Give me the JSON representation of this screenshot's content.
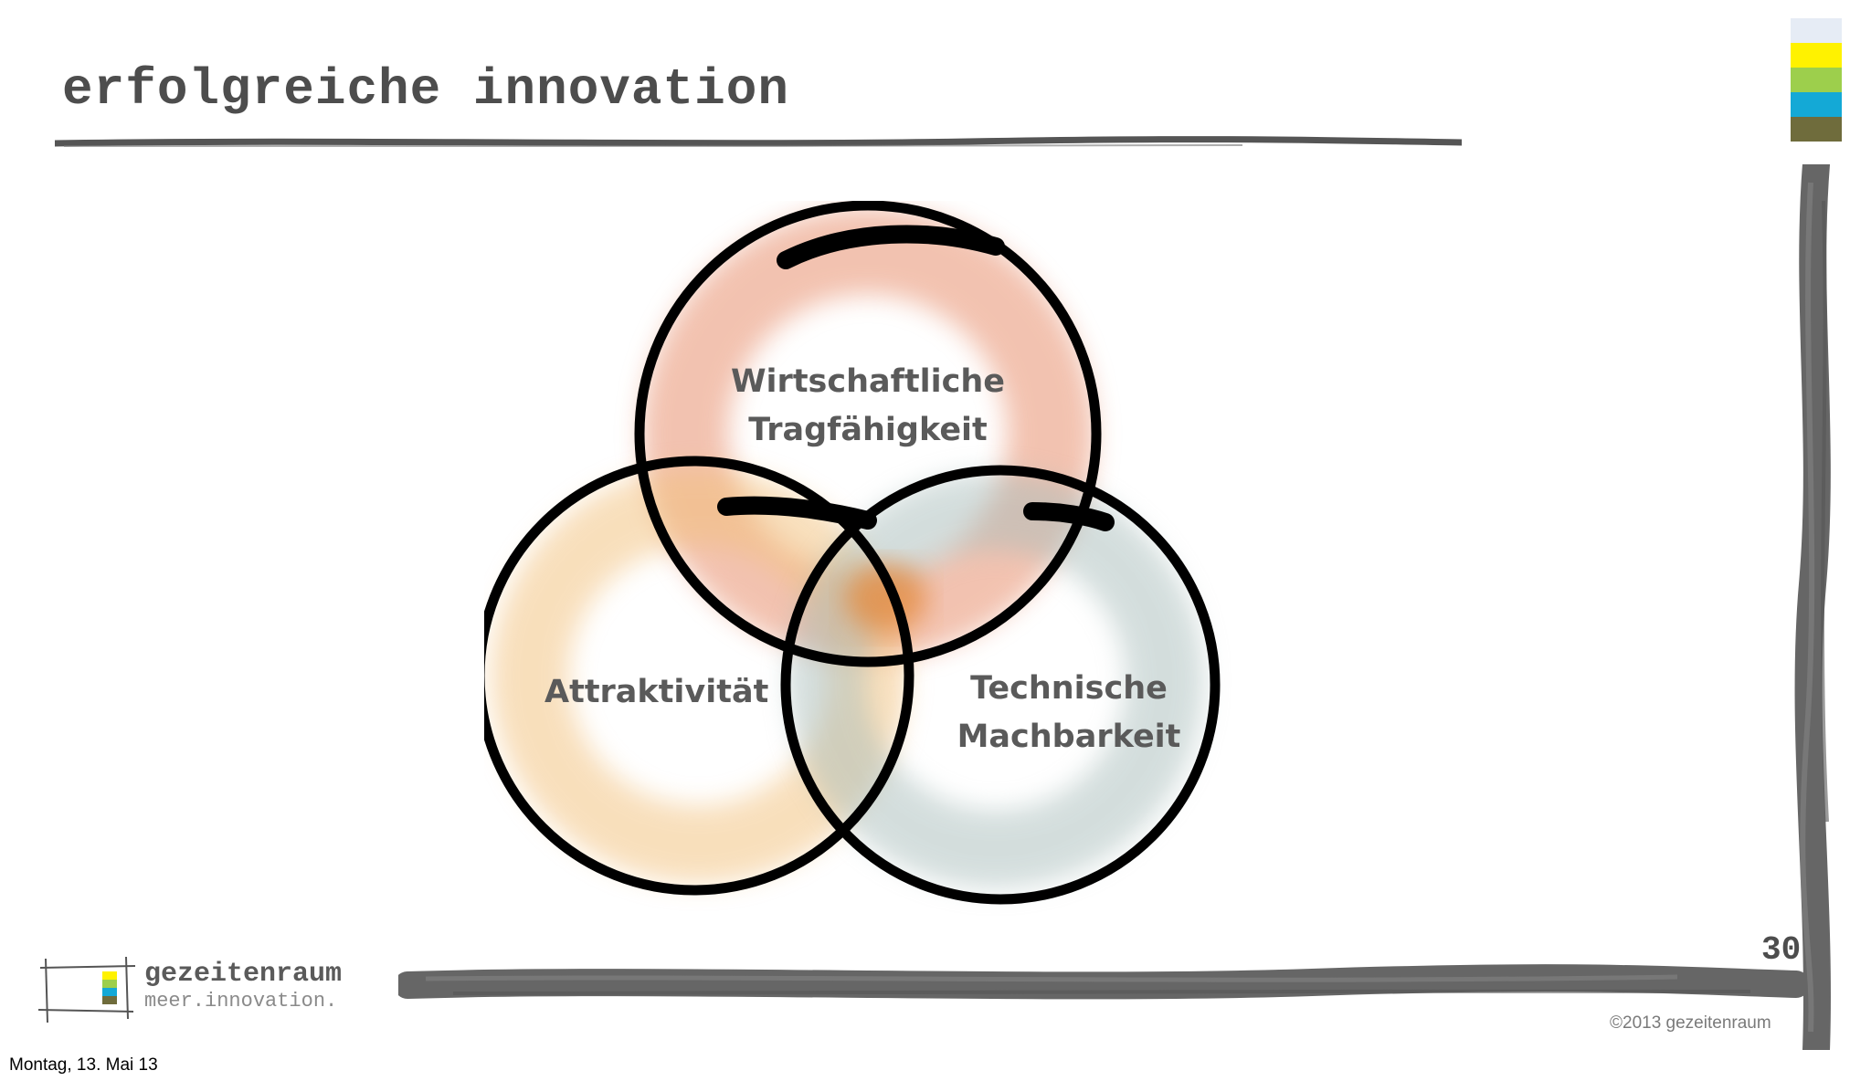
{
  "slide": {
    "title": "erfolgreiche innovation",
    "page_number": "30",
    "copyright": "©2013 gezeitenraum"
  },
  "brand": {
    "name": "gezeitenraum",
    "tagline": "meer.innovation.",
    "strip_colors": [
      "#e6ecf5",
      "#fff200",
      "#9dcf4c",
      "#14a9d6",
      "#6f6c3c"
    ]
  },
  "diagram": {
    "circles": [
      {
        "id": "wirtschaftliche-tragfaehigkeit",
        "label_lines": [
          "Wirtschaftliche",
          "Tragfähigkeit"
        ],
        "wash_color": "#e8916f"
      },
      {
        "id": "attraktivitaet",
        "label_lines": [
          "Attraktivität"
        ],
        "wash_color": "#f2c07a"
      },
      {
        "id": "technische-machbarkeit",
        "label_lines": [
          "Technische",
          "Machbarkeit"
        ],
        "wash_color": "#a9bdbb"
      }
    ],
    "center_color": "#e58a3c"
  },
  "footer": {
    "date": "Montag, 13. Mai 13"
  }
}
